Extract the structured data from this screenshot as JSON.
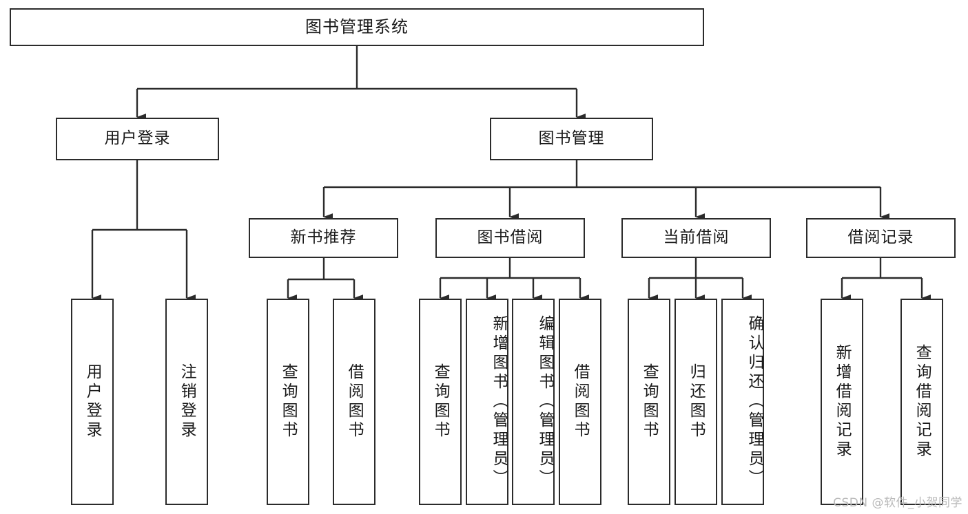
{
  "diagram": {
    "type": "tree-hierarchy",
    "title": "图书管理系统",
    "watermark": "CSDN @软件_小贺同学",
    "colors": {
      "box_border": "#2b2b2b",
      "box_fill": "#ffffff",
      "edge": "#2b2b2b",
      "text": "#1a1a1a",
      "watermark": "#b9b9b9",
      "background": "#ffffff"
    },
    "levels": {
      "root": {
        "label": "图书管理系统"
      },
      "level2": [
        {
          "label": "用户登录"
        },
        {
          "label": "图书管理"
        }
      ],
      "level3": [
        {
          "label": "新书推荐"
        },
        {
          "label": "图书借阅"
        },
        {
          "label": "当前借阅"
        },
        {
          "label": "借阅记录"
        }
      ],
      "leaves": {
        "user_login": [
          {
            "label": "用户登录"
          },
          {
            "label": "注销登录"
          }
        ],
        "new_book_recommend": [
          {
            "label": "查询图书"
          },
          {
            "label": "借阅图书"
          }
        ],
        "book_borrow": [
          {
            "label": "查询图书"
          },
          {
            "label": "新增图书（管理员）"
          },
          {
            "label": "编辑图书（管理员）"
          },
          {
            "label": "借阅图书"
          }
        ],
        "current_borrow": [
          {
            "label": "查询图书"
          },
          {
            "label": "归还图书"
          },
          {
            "label": "确认归还（管理员）"
          }
        ],
        "borrow_record": [
          {
            "label": "新增借阅记录"
          },
          {
            "label": "查询借阅记录"
          }
        ]
      }
    }
  }
}
